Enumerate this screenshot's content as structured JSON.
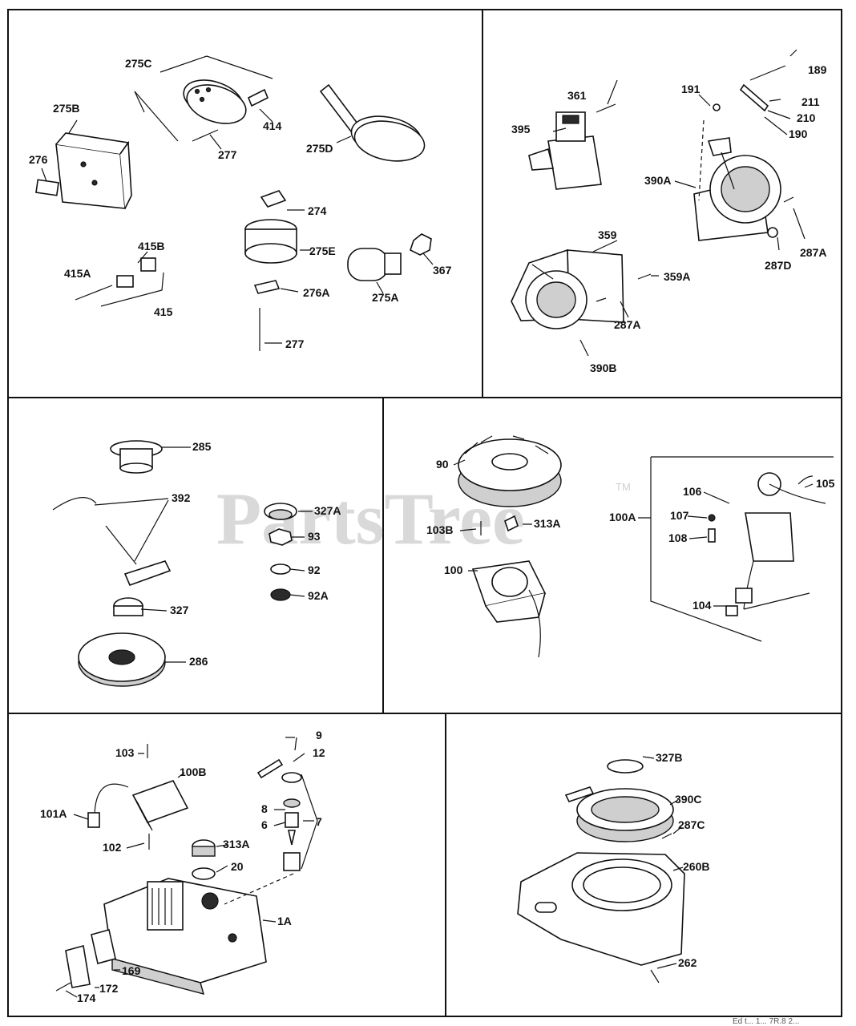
{
  "watermark": {
    "text": "PartsTree",
    "trademark": "TM"
  },
  "footer": {
    "text": "Ed  t...  1... 7R.8  2..."
  },
  "labels": {
    "p275C": "275C",
    "p275B": "275B",
    "p276": "276",
    "p277a": "277",
    "p414": "414",
    "p275D": "275D",
    "p274": "274",
    "p275E": "275E",
    "p367": "367",
    "p415B": "415B",
    "p415A": "415A",
    "p415": "415",
    "p276A": "276A",
    "p275A": "275A",
    "p277b": "277",
    "p189": "189",
    "p361": "361",
    "p191": "191",
    "p211": "211",
    "p395": "395",
    "p210": "210",
    "p190": "190",
    "p390A": "390A",
    "p359": "359",
    "p287Aa": "287A",
    "p287D": "287D",
    "p359A": "359A",
    "p287Ab": "287A",
    "p390B": "390B",
    "p285": "285",
    "p392": "392",
    "p327A": "327A",
    "p93": "93",
    "p92": "92",
    "p92A": "92A",
    "p327": "327",
    "p286": "286",
    "p90": "90",
    "p106": "106",
    "p105": "105",
    "p100A": "100A",
    "p107": "107",
    "p103B": "103B",
    "p313Aa": "313A",
    "p108": "108",
    "p100": "100",
    "p104": "104",
    "p9": "9",
    "p103": "103",
    "p100B": "100B",
    "p12": "12",
    "p101A": "101A",
    "p8": "8",
    "p6": "6",
    "p7": "7",
    "p102": "102",
    "p313Ab": "313A",
    "p20": "20",
    "p1A": "1A",
    "p169": "169",
    "p172": "172",
    "p174": "174",
    "p327B": "327B",
    "p390C": "390C",
    "p287C": "287C",
    "p260B": "260B",
    "p262": "262"
  }
}
